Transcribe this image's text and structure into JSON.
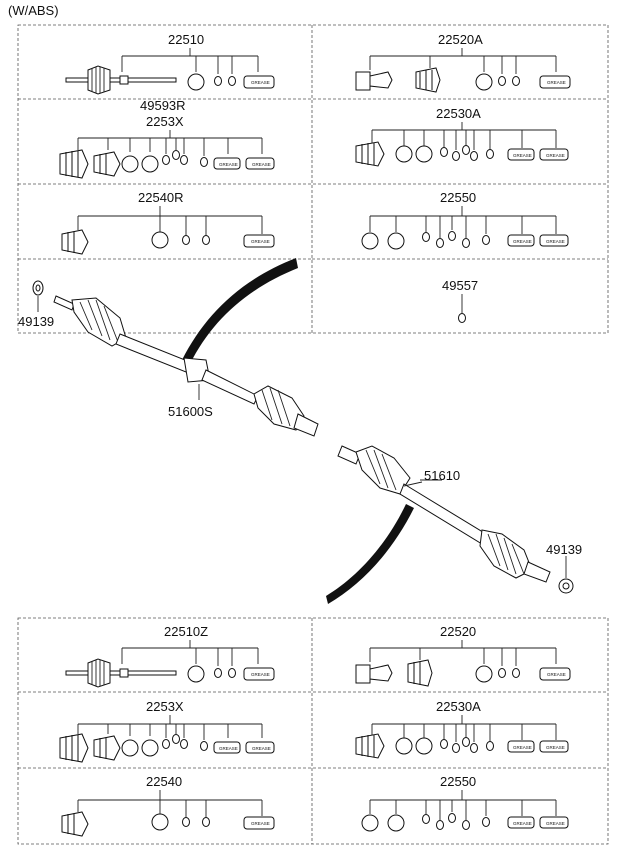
{
  "header": "(W/ABS)",
  "grease_text": "GREASE",
  "top_groups": [
    {
      "label": "22510"
    },
    {
      "label": "22520A"
    },
    {
      "label": "49593R",
      "label2": "2253X"
    },
    {
      "label": "22530A"
    },
    {
      "label": "22540R"
    },
    {
      "label": "22550"
    },
    {
      "label": "49557"
    }
  ],
  "bottom_groups": [
    {
      "label": "22510Z"
    },
    {
      "label": "22520"
    },
    {
      "label": "2253X"
    },
    {
      "label": "22530A"
    },
    {
      "label": "22540"
    },
    {
      "label": "22550"
    }
  ],
  "shaft_labels": {
    "nut_left": "49139",
    "shaft_upper": "51600S",
    "shaft_lower": "51610",
    "nut_right": "49139"
  }
}
